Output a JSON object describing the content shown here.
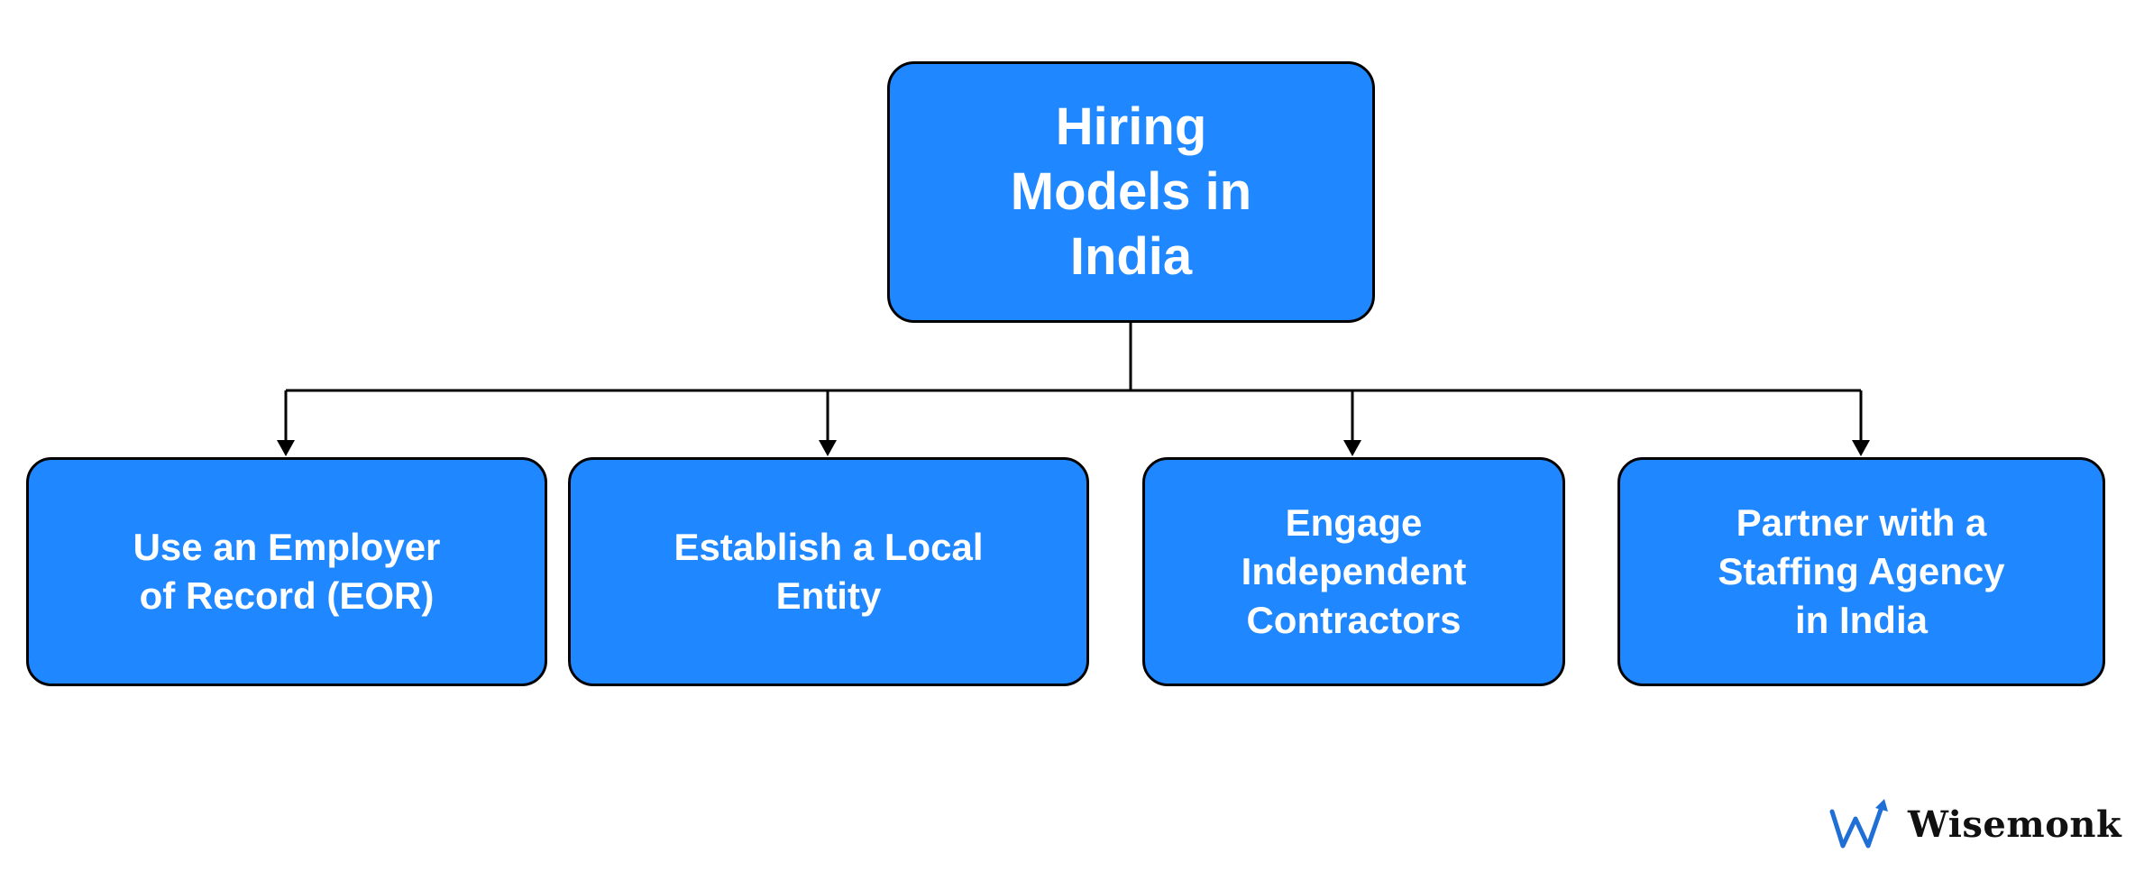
{
  "diagram": {
    "root": {
      "label": "Hiring\nModels in\nIndia"
    },
    "children": [
      {
        "label": "Use an Employer\nof Record (EOR)"
      },
      {
        "label": "Establish a Local\nEntity"
      },
      {
        "label": "Engage\nIndependent\nContractors"
      },
      {
        "label": "Partner with a\nStaffing Agency\nin India"
      }
    ]
  },
  "brand": {
    "name": "Wisemonk",
    "logo_icon": "wisemonk-logo-icon"
  },
  "colors": {
    "node_fill": "#1f87ff",
    "node_border": "#000000",
    "node_text": "#ffffff",
    "connector": "#000000",
    "logo_blue": "#1f6fd6"
  }
}
